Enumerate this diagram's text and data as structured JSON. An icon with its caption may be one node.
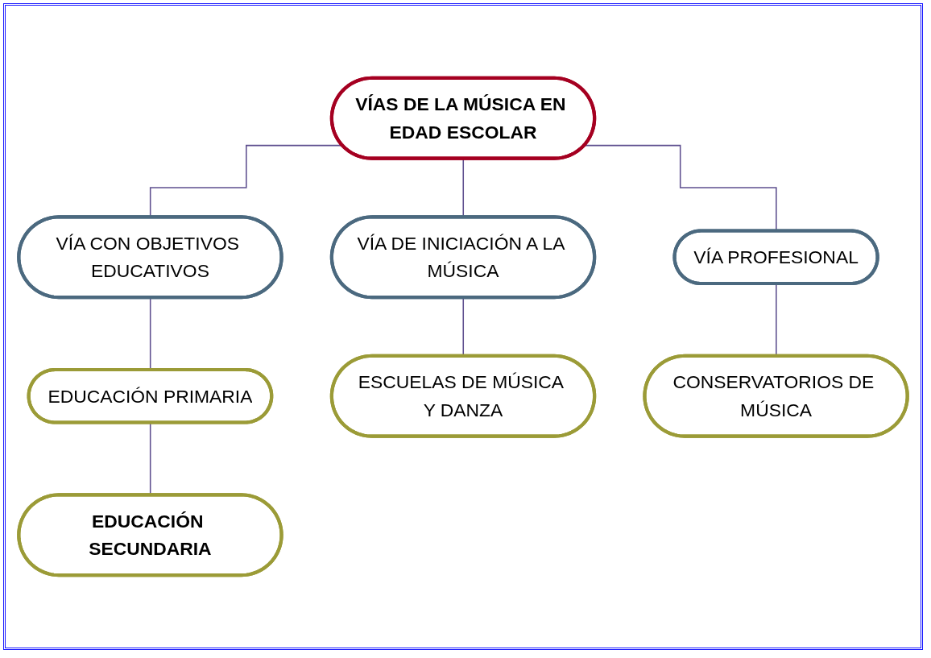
{
  "diagram": {
    "nodes": [
      {
        "text": [
          "VÍAS DE LA MÚSICA EN EDAD ESCOLAR"
        ]
      },
      {
        "text": [
          "VÍA CON OBJETIVOS EDUCATIVOS"
        ]
      },
      {
        "text": [
          "VÍA DE INICIACIÓN A LA MÚSICA"
        ]
      },
      {
        "text": [
          "VÍA PROFESIONAL"
        ]
      },
      {
        "text": [
          "EDUCACIÓN PRIMARIA"
        ]
      },
      {
        "text": [
          "ESCUELAS DE MÚSICA Y DANZA"
        ]
      },
      {
        "text": [
          "CONSERVATORIOS DE MÚSICA"
        ]
      },
      {
        "text": [
          "EDUCACIÓN SECUNDARIA"
        ]
      }
    ],
    "edges": [
      {
        "from": 0,
        "to": 1,
        "arrow": "none"
      },
      {
        "from": 0,
        "to": 2,
        "arrow": "none"
      },
      {
        "from": 0,
        "to": 3,
        "arrow": "none"
      },
      {
        "from": 1,
        "to": 4,
        "arrow": "none"
      },
      {
        "from": 2,
        "to": 5,
        "arrow": "none"
      },
      {
        "from": 3,
        "to": 6,
        "arrow": "none"
      },
      {
        "from": 4,
        "to": 7,
        "arrow": "none"
      }
    ]
  }
}
